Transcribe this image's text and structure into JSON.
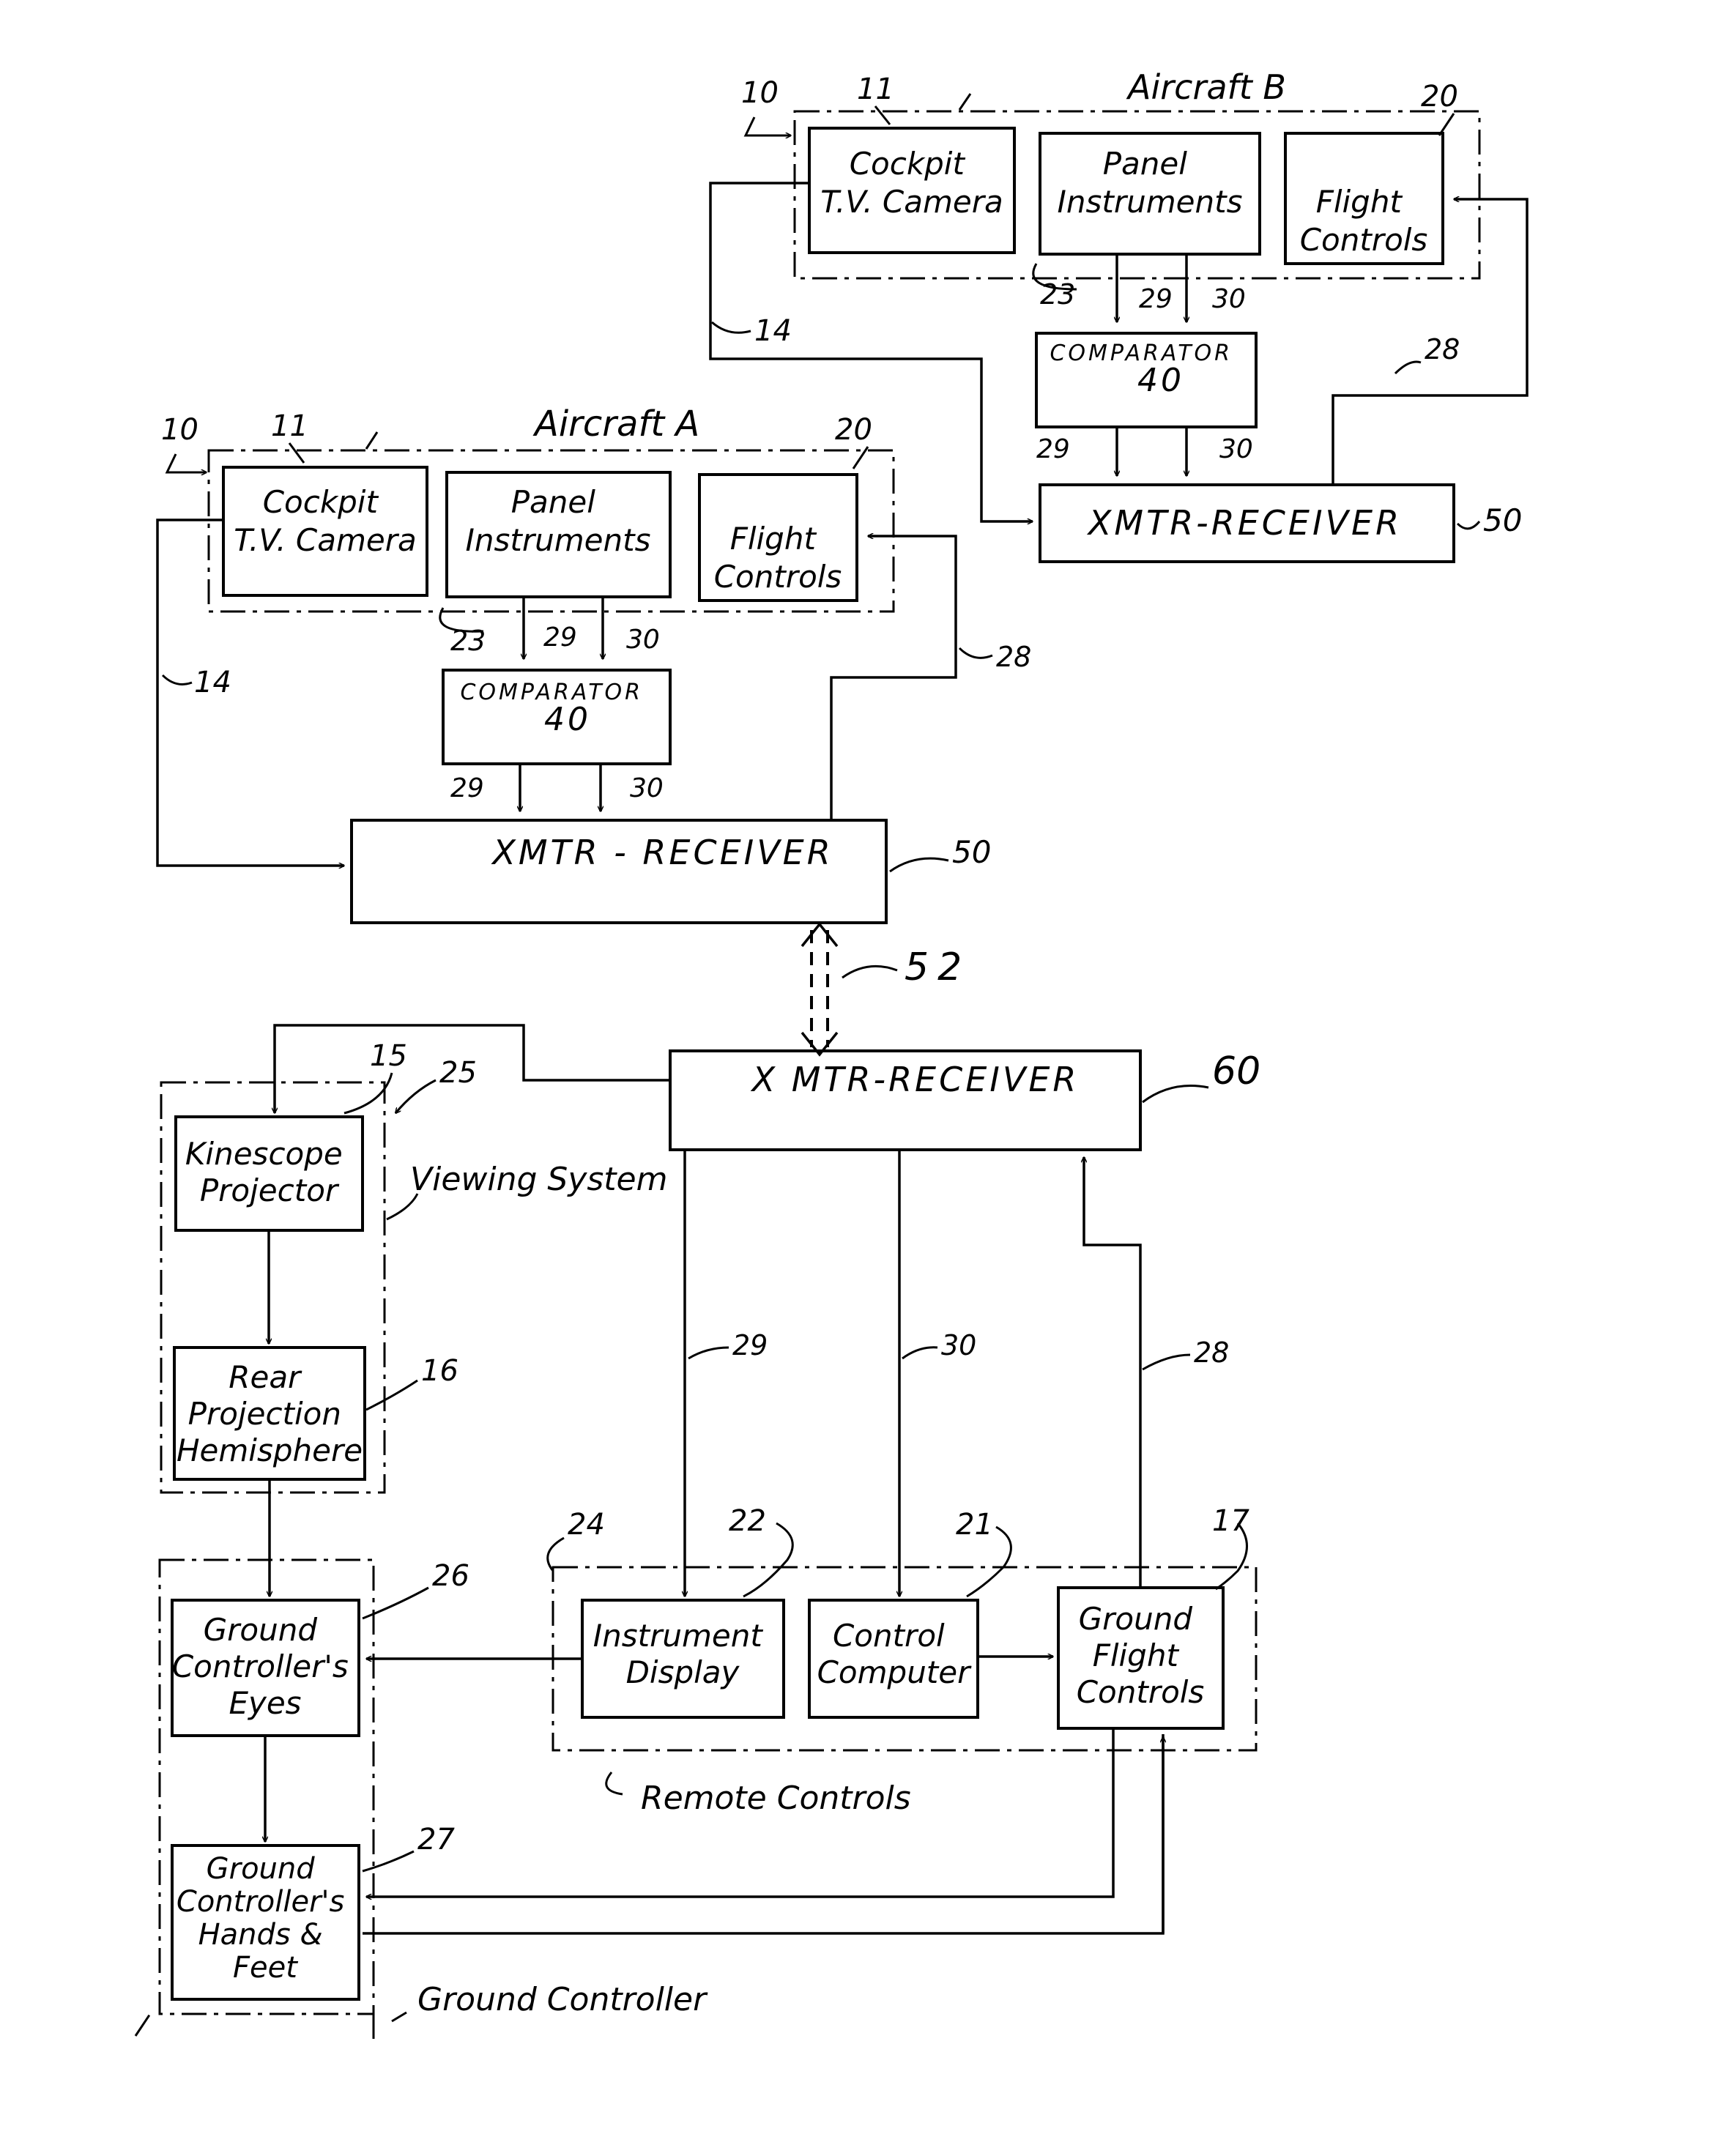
{
  "aircraft_b": {
    "title": "Aircraft B",
    "camera": [
      "Cockpit",
      "T.V. Camera"
    ],
    "instruments": [
      "Panel",
      "Instruments"
    ],
    "controls": [
      "Flight",
      "Controls"
    ],
    "comparator": [
      "COMPARATOR",
      "40"
    ],
    "xmtr": "XMTR-RECEIVER",
    "refs": {
      "r10": "10",
      "r11": "11",
      "r20": "20",
      "r23": "23",
      "r29a": "29",
      "r30a": "30",
      "r14": "14",
      "r28": "28",
      "r29b": "29",
      "r30b": "30",
      "r50": "50"
    }
  },
  "aircraft_a": {
    "title": "Aircraft A",
    "camera": [
      "Cockpit",
      "T.V. Camera"
    ],
    "instruments": [
      "Panel",
      "Instruments"
    ],
    "controls": [
      "Flight",
      "Controls"
    ],
    "comparator": [
      "COMPARATOR",
      "40"
    ],
    "xmtr": "XMTR - RECEIVER",
    "refs": {
      "r10": "10",
      "r11": "11",
      "r20": "20",
      "r23": "23",
      "r29a": "29",
      "r30a": "30",
      "r14": "14",
      "r28": "28",
      "r29b": "29",
      "r30b": "30",
      "r50": "50"
    }
  },
  "link": {
    "ref": "52"
  },
  "ground": {
    "xmtr": "X MTR-RECEIVER",
    "xmtr_ref": "60",
    "kinescope": [
      "Kinescope",
      "Projector"
    ],
    "kinescope_ref": "15",
    "viewing_ref": "25",
    "viewing_label": "Viewing System",
    "rear": [
      "Rear",
      "Projection",
      "Hemisphere"
    ],
    "rear_ref": "16",
    "eyes": [
      "Ground",
      "Controller's",
      "Eyes"
    ],
    "eyes_ref": "26",
    "hands": [
      "Ground",
      "Controller's",
      "Hands &",
      "Feet"
    ],
    "hands_ref": "27",
    "ground_controller_label": "Ground Controller",
    "instrument_display": [
      "Instrument",
      "Display"
    ],
    "instrument_display_ref": "22",
    "control_computer": [
      "Control",
      "Computer"
    ],
    "control_computer_ref": "21",
    "ground_flight_controls": [
      "Ground",
      "Flight",
      "Controls"
    ],
    "ground_flight_controls_ref": "17",
    "remote_ref": "24",
    "remote_label": "Remote Controls",
    "line29_ref": "29",
    "line30_ref": "30",
    "line28_ref": "28"
  }
}
